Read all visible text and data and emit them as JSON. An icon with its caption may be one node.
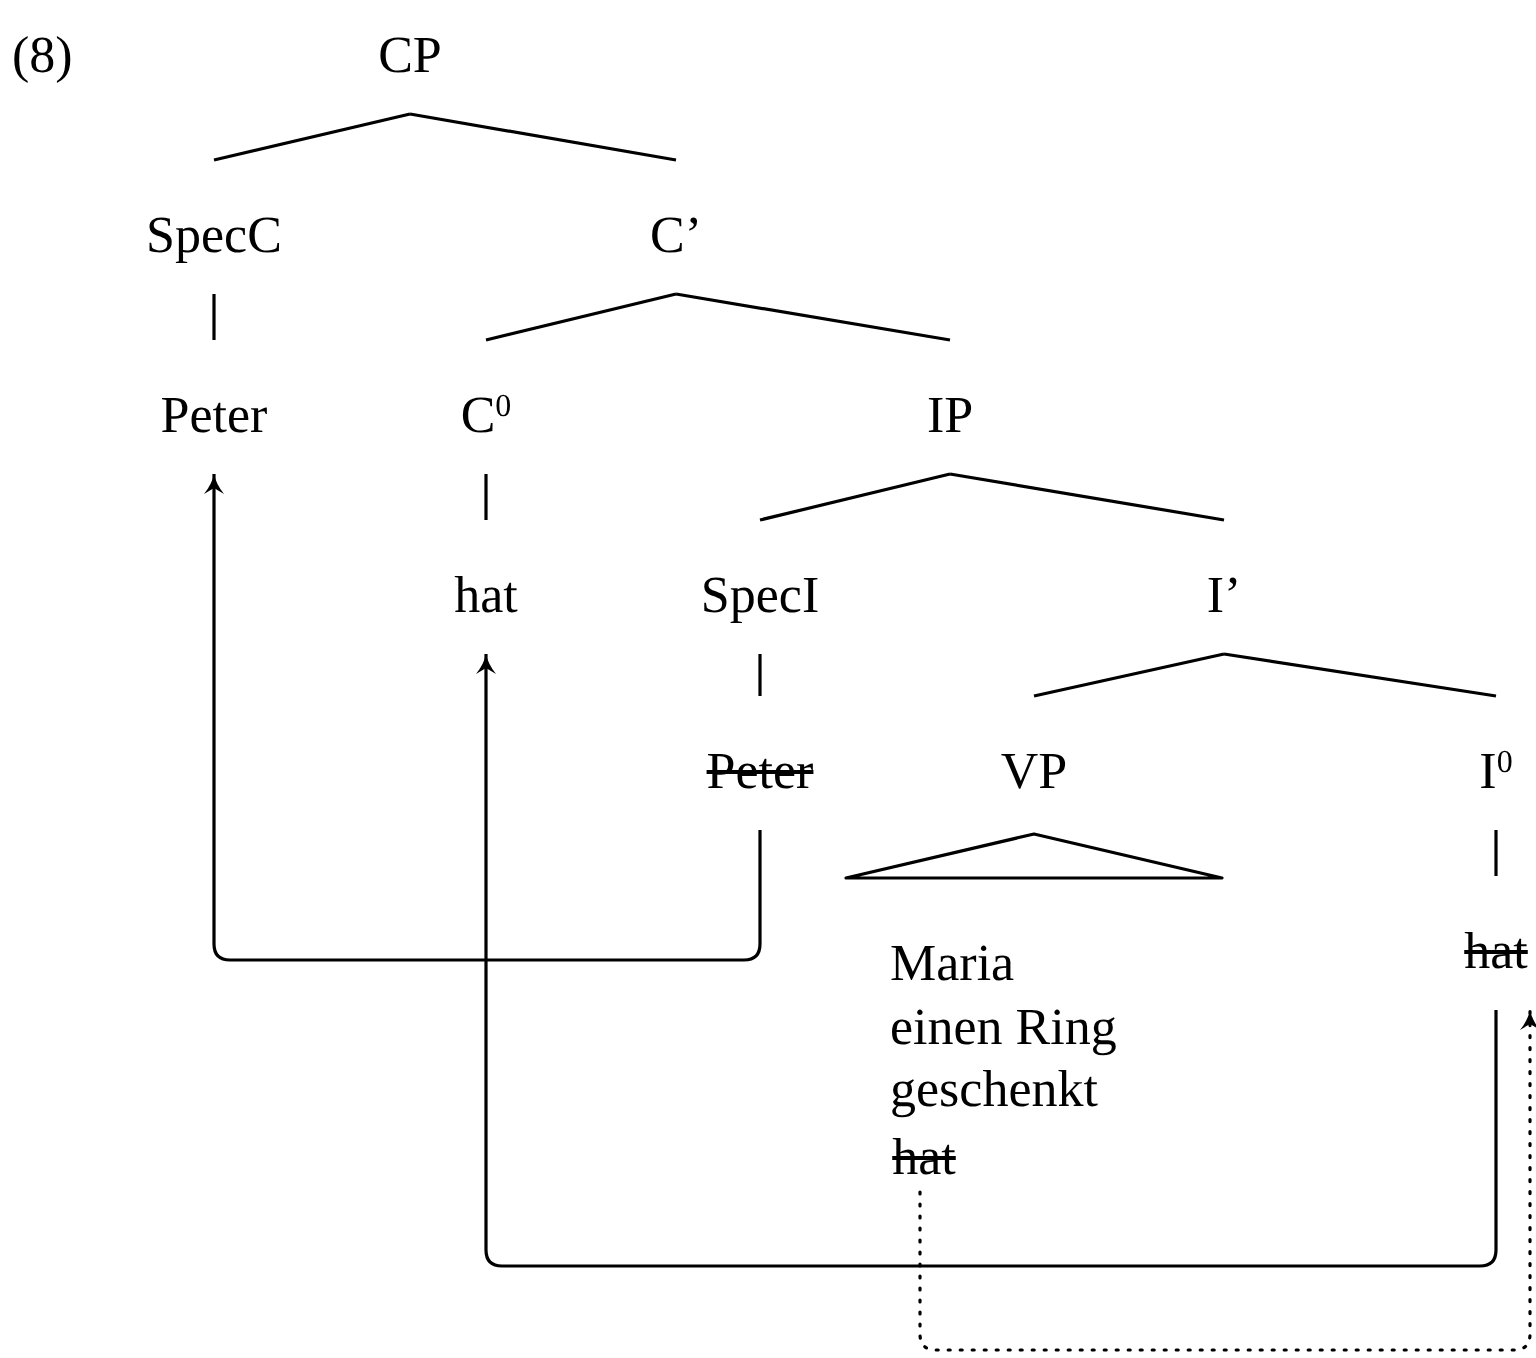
{
  "diagram": {
    "nodes": [
      {
        "text": [
          "CP"
        ]
      },
      {
        "text": [
          "SpecC"
        ]
      },
      {
        "text": [
          "C’"
        ]
      },
      {
        "text": [
          "Peter"
        ]
      },
      {
        "text": [
          "C$^{0}$"
        ]
      },
      {
        "text": [
          "IP"
        ]
      },
      {
        "text": [
          "hat"
        ]
      },
      {
        "text": [
          "SpecI"
        ]
      },
      {
        "text": [
          "I’"
        ]
      },
      {
        "text": [
          "Peter"
        ]
      },
      {
        "text": [
          "VP"
        ]
      },
      {
        "text": [
          "I$^{0}$"
        ]
      },
      {
        "text": [
          "hat"
        ]
      },
      {
        "text": [],
        "shape": "triangle"
      },
      {
        "text": [
          "Maria einen Ring geschenkt"
        ]
      },
      {
        "text": [
          "hat"
        ]
      }
    ],
    "edges": [
      {
        "from": 0,
        "to": 1,
        "arrow": "none"
      },
      {
        "from": 0,
        "to": 2,
        "arrow": "none"
      },
      {
        "from": 1,
        "to": 3,
        "arrow": "none"
      },
      {
        "from": 2,
        "to": 4,
        "arrow": "none"
      },
      {
        "from": 2,
        "to": 5,
        "arrow": "none"
      },
      {
        "from": 4,
        "to": 6,
        "arrow": "none"
      },
      {
        "from": 5,
        "to": 7,
        "arrow": "none"
      },
      {
        "from": 5,
        "to": 8,
        "arrow": "none"
      },
      {
        "from": 7,
        "to": 9,
        "arrow": "none"
      },
      {
        "from": 8,
        "to": 10,
        "arrow": "none"
      },
      {
        "from": 8,
        "to": 11,
        "arrow": "none"
      },
      {
        "from": 11,
        "to": 12,
        "arrow": "none"
      },
      {
        "from": 9,
        "to": 3,
        "arrow": "to"
      },
      {
        "from": 12,
        "to": 6,
        "arrow": "to"
      },
      {
        "from": 15,
        "to": 12,
        "arrow": "to",
        "style": "dashed"
      }
    ],
    "labels": [
      "(8)"
    ]
  }
}
